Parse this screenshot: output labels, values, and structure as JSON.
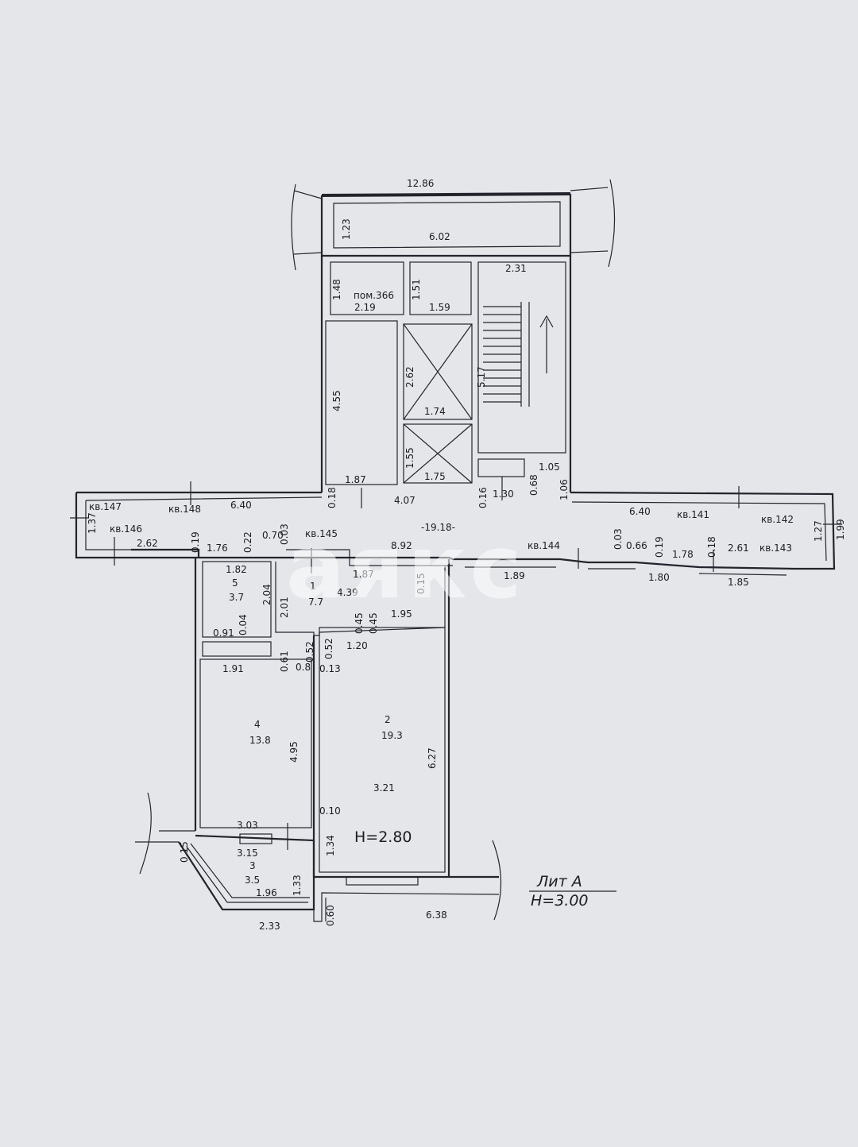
{
  "watermark": "аякс",
  "title": {
    "line1": "Лит А",
    "line2": "Н=3.00"
  },
  "ceiling": "Н=2.80",
  "labels": {
    "room366": "пом.366",
    "kv147": "кв.147",
    "kv148": "кв.148",
    "kv146": "кв.146",
    "kv145": "кв.145",
    "kv144": "кв.144",
    "kv141": "кв.141",
    "kv142": "кв.142",
    "kv143": "кв.143",
    "room5_num": "5",
    "room5_area": "3.7",
    "room1_num": "1",
    "room1_area": "7.7",
    "room4_num": "4",
    "room4_area": "13.8",
    "room2_num": "2",
    "room2_area": "19.3",
    "room3_num": "3",
    "room3_area": "3.5"
  },
  "dims": {
    "d1286": "12.86",
    "d123": "1.23",
    "d602": "6.02",
    "d231": "2.31",
    "d148": "1.48",
    "d219": "2.19",
    "d151": "1.51",
    "d159": "1.59",
    "d455": "4.55",
    "d262": "2.62",
    "d174": "1.74",
    "d517": "5.17",
    "d155": "1.55",
    "d175": "1.75",
    "d187top": "1.87",
    "d105": "1.05",
    "d068": "0.68",
    "d106": "1.06",
    "d018a": "0.18",
    "d407": "4.07",
    "d016": "0.16",
    "d130": "1.30",
    "d640l": "6.40",
    "d640r": "6.40",
    "d137": "1.37",
    "d199": "1.99",
    "d1918": "-19.18-",
    "d262b": "2.62",
    "d019a": "0.19",
    "d176": "1.76",
    "d022": "0.22",
    "d070": "0.70",
    "d003a": "0.03",
    "d892": "8.92",
    "d003b": "0.03",
    "d066": "0.66",
    "d019b": "0.19",
    "d178": "1.78",
    "d018b": "0.18",
    "d261": "2.61",
    "d127": "1.27",
    "d182": "1.82",
    "d187mid": "1.87",
    "d015": "0.15",
    "d189": "1.89",
    "d180": "1.80",
    "d185": "1.85",
    "d204": "2.04",
    "d201": "2.01",
    "d439": "4.39",
    "d195": "1.95",
    "d091": "0.91",
    "d004": "0.04",
    "d045a": "0.45",
    "d045b": "0.45",
    "d120": "1.20",
    "d061": "0.61",
    "d052a": "0.52",
    "d052b": "0.52",
    "d008": "0.8",
    "d013": "0.13",
    "d191": "1.91",
    "d495": "4.95",
    "d627": "6.27",
    "d321": "3.21",
    "d010": "0.10",
    "d303": "3.03",
    "d134": "1.34",
    "d315": "3.15",
    "d0_15": "0.15",
    "d133": "1.33",
    "d196": "1.96",
    "d233": "2.33",
    "d060": "0.60",
    "d638": "6.38"
  },
  "colors": {
    "background": "#e4e6ea",
    "lines": "#24242c"
  }
}
